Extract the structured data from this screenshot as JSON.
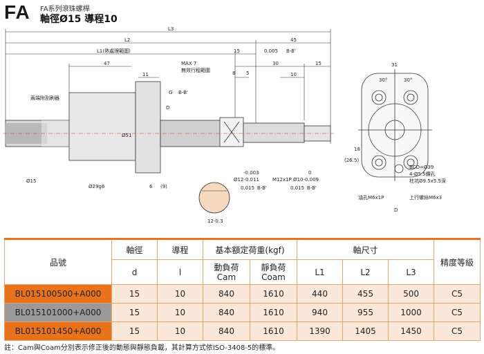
{
  "header": {
    "series_code": "FA",
    "series_name": "FA系列滾珠螺桿",
    "title": "軸徑Ø15 導程10"
  },
  "drawing": {
    "dims": {
      "L3": "L3",
      "L2": "L2",
      "d45": "45",
      "L1": "L1(熱處理範圍)",
      "d15a": "15",
      "tol_a": "0.005",
      "tol_a_ref": "B-B'",
      "d47": "47",
      "max7": "MAX 7",
      "free_stroke": "無效行程範圍",
      "d8": "8",
      "d5": "5",
      "d30": "30",
      "d15b": "15",
      "d11": "11",
      "gtol_g": "G",
      "gtol_ref": "B-B'",
      "d10": "10",
      "wiper": "兩端附刮刷器",
      "cross_d": "D",
      "dia51": "Ø51",
      "dia15": "Ø15",
      "dia29": "Ø29g6",
      "d6": "6",
      "d9": "(9)",
      "dim_minus003": "-0.003",
      "dim_12": "Ø12-0.011",
      "tol_b": "0.015",
      "tol_b_ref": "B-B'",
      "m12": "M12x1P",
      "dim_0": "0",
      "dim_10": "Ø10-0.009",
      "tol_c": "0.015",
      "tol_c_ref": "B-B'",
      "key_12": "12-0.3",
      "d31": "31",
      "ang30a": "30°",
      "ang30b": "30°",
      "d18": "18",
      "d265": "(26.5)",
      "bcd": "BCD=Ø39",
      "holes": "4-Ø5.5鑽孔",
      "cbore": "柱坑Ø9.5x5.5深",
      "oil_hole": "油孔M6x1P",
      "tap": "上行螺絲M6x3",
      "view_d": "D"
    }
  },
  "table": {
    "headers": {
      "model": "品號",
      "shaft": "軸徑",
      "lead": "導程",
      "load": "基本額定荷重(kgf)",
      "dims": "軸尺寸",
      "grade": "精度等級",
      "d": "d",
      "l": "l",
      "cam": "動負荷\nCam",
      "coam": "靜負荷\nCoam",
      "L1": "L1",
      "L2": "L2",
      "L3": "L3"
    },
    "rows": [
      {
        "code": "BL015100500+A000",
        "d": "15",
        "l": "10",
        "cam": "840",
        "coam": "1610",
        "L1": "440",
        "L2": "455",
        "L3": "500",
        "grade": "C5"
      },
      {
        "code": "BL015101000+A000",
        "d": "15",
        "l": "10",
        "cam": "840",
        "coam": "1610",
        "L1": "940",
        "L2": "955",
        "L3": "1000",
        "grade": "C5"
      },
      {
        "code": "BL015101450+A000",
        "d": "15",
        "l": "10",
        "cam": "840",
        "coam": "1610",
        "L1": "1390",
        "L2": "1405",
        "L3": "1450",
        "grade": "C5"
      }
    ]
  },
  "footnote": "註：Cam與Coam分別表示修正後的動態與靜態負載，其計算方式依ISO-3408-5的標準。"
}
